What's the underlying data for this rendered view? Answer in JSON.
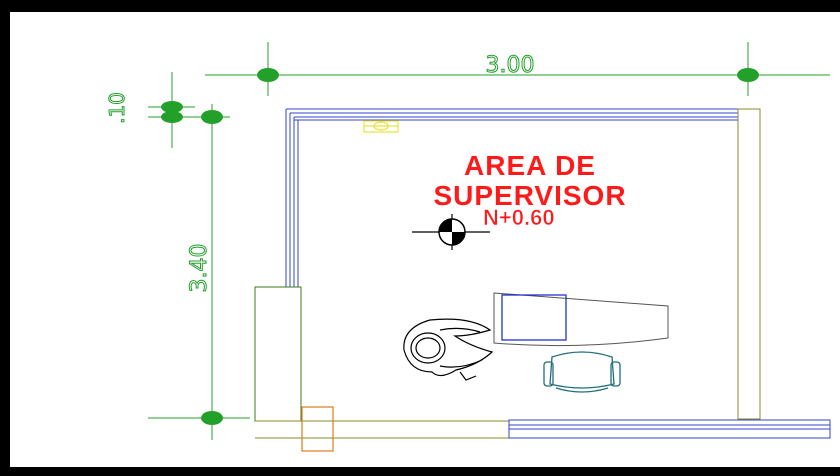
{
  "drawing": {
    "dim_width": "3.00",
    "dim_height": "3.40",
    "dim_small": ".10",
    "room_name_line1": "AREA DE",
    "room_name_line2": "SUPERVISOR",
    "level": "N+0.60"
  },
  "colors": {
    "dimension": "#22a02a",
    "title": "#ff1a1a",
    "wall_blue": "#3344cc",
    "wall_olive": "#8a8a2a",
    "door_orange": "#e07a1a",
    "furniture_blue": "#2233cc",
    "chair_teal": "#1f6f78",
    "light_yellow": "#e8e43a"
  }
}
